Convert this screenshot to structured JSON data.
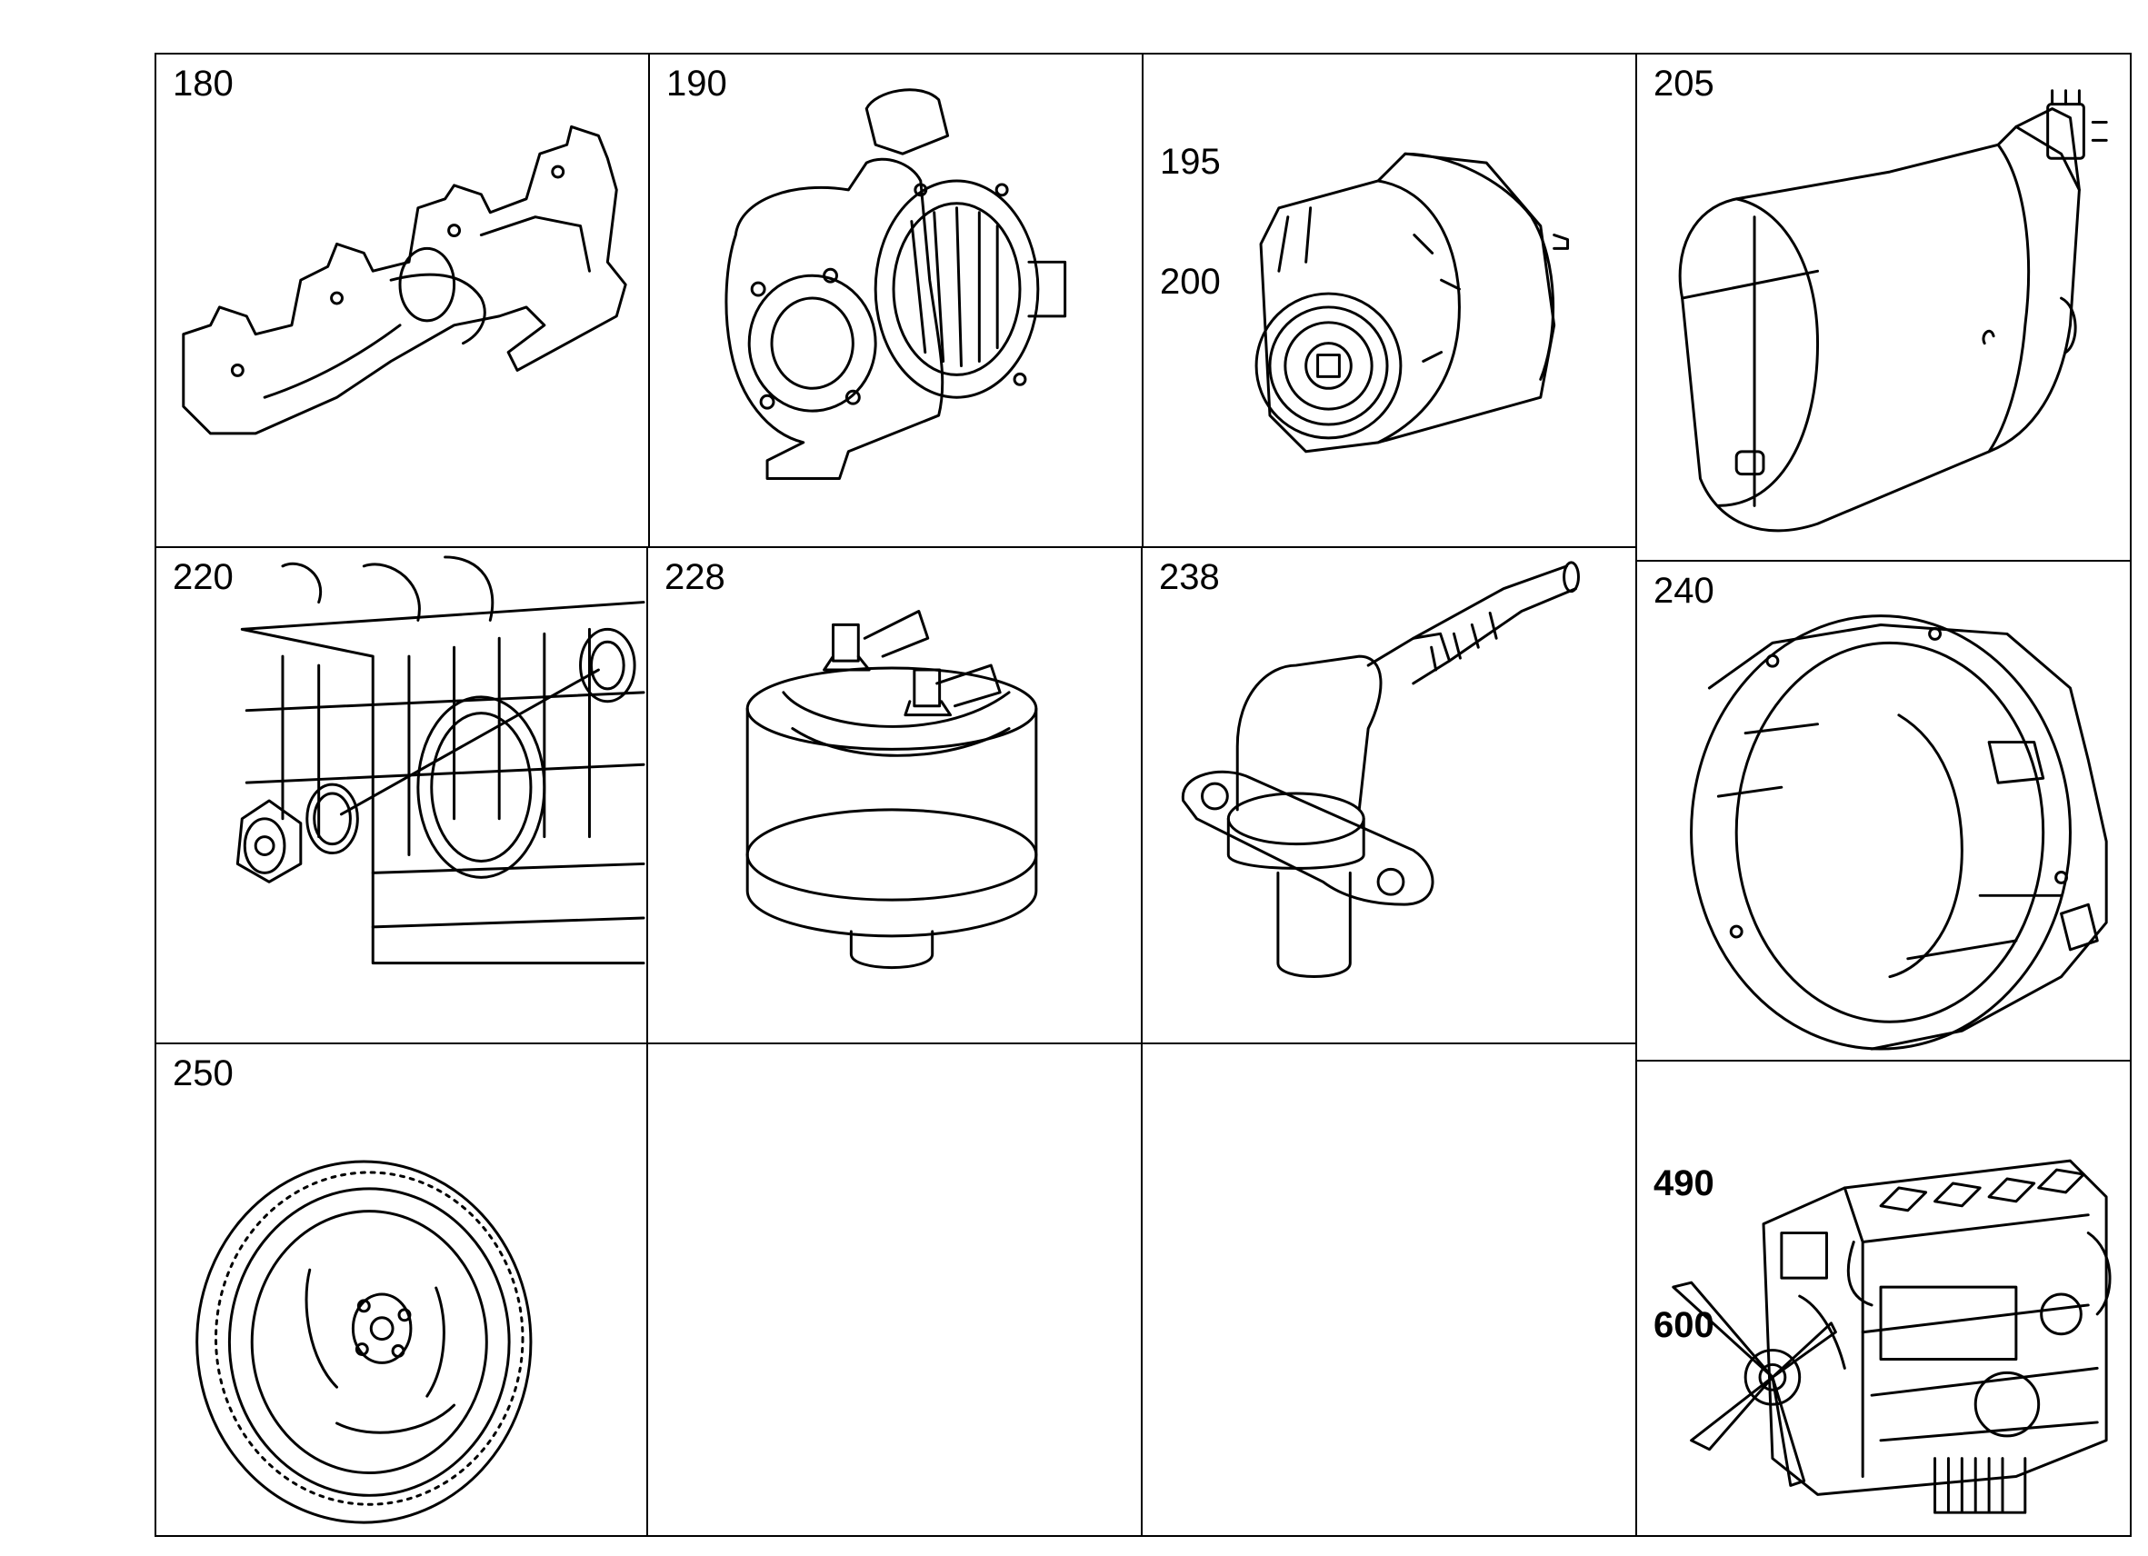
{
  "cells": [
    {
      "labels": [
        "180"
      ],
      "part_icon": "exhaust-manifold-icon"
    },
    {
      "labels": [
        "190"
      ],
      "part_icon": "turbocharger-icon"
    },
    {
      "labels": [
        "195",
        "200"
      ],
      "part_icon": "alternator-icon"
    },
    {
      "labels": [
        "205"
      ],
      "part_icon": "starter-motor-icon"
    },
    {
      "labels": [
        "220"
      ],
      "part_icon": "engine-block-plate-icon"
    },
    {
      "labels": [
        "228"
      ],
      "part_icon": "pressure-sensor-icon"
    },
    {
      "labels": [
        "238"
      ],
      "part_icon": "speed-sensor-icon"
    },
    {
      "labels": [
        "240"
      ],
      "part_icon": "flywheel-housing-icon"
    },
    {
      "labels": [
        "250"
      ],
      "part_icon": "flywheel-icon"
    },
    {
      "labels": [],
      "part_icon": ""
    },
    {
      "labels": [],
      "part_icon": ""
    },
    {
      "labels": [
        "490",
        "600"
      ],
      "part_icon": "engine-assembly-icon"
    }
  ]
}
